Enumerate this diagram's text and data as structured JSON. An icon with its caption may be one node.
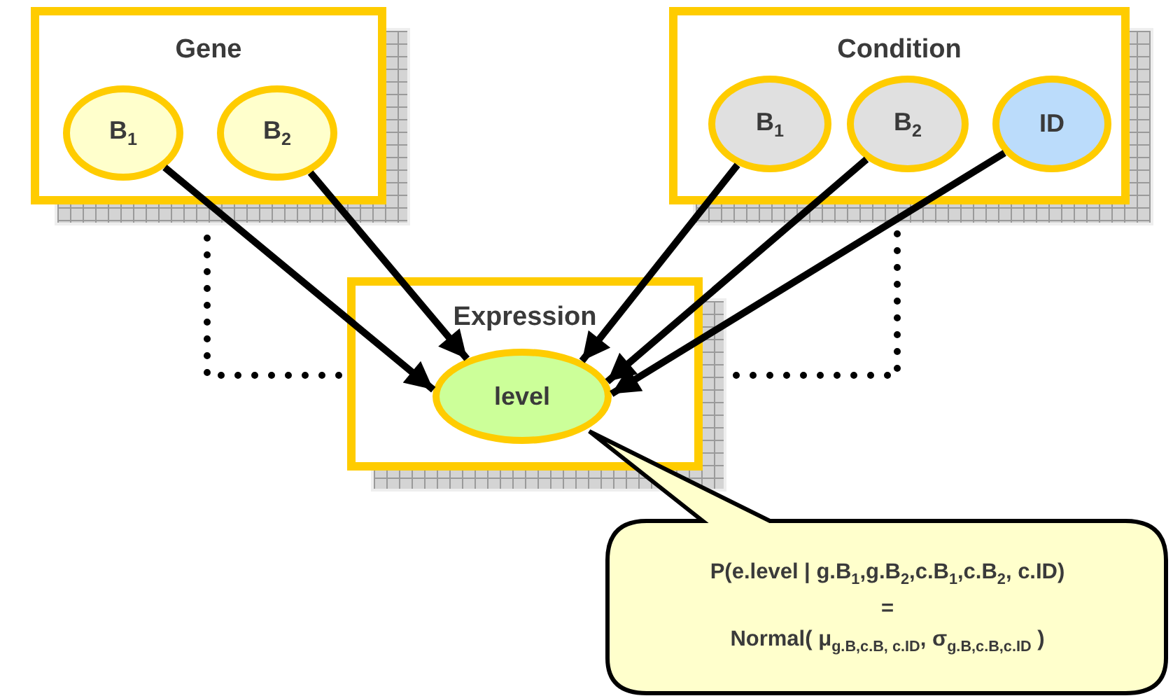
{
  "diagram": {
    "nodes": [
      {
        "text": [
          "Gene"
        ]
      },
      {
        "text": [
          "B$_{1}$"
        ],
        "in": 0
      },
      {
        "text": [
          "B$_{2}$"
        ],
        "in": 0
      },
      {
        "text": [
          "Condition"
        ]
      },
      {
        "text": [
          "B$_{1}$"
        ],
        "in": 3
      },
      {
        "text": [
          "B$_{2}$"
        ],
        "in": 3
      },
      {
        "text": [
          "ID"
        ],
        "in": 3
      },
      {
        "text": [
          "Expression"
        ]
      },
      {
        "text": [
          "level"
        ],
        "in": 7
      },
      {
        "text": [
          "P(e.level | g.B$_{1}$,g.B$_{2}$,c.B$_{1}$,c.B$_{2}$, c.ID)",
          "=",
          "Normal( μ$_{g.B,c.B, c.ID}$, σ$_{g.B,c.B,c.ID}$ )"
        ]
      }
    ],
    "edges": [
      {
        "from": 1,
        "to": 8,
        "arrow": "to"
      },
      {
        "from": 2,
        "to": 8,
        "arrow": "to"
      },
      {
        "from": 4,
        "to": 8,
        "arrow": "to"
      },
      {
        "from": 5,
        "to": 8,
        "arrow": "to"
      },
      {
        "from": 6,
        "to": 8,
        "arrow": "to"
      },
      {
        "from": 0,
        "to": 7,
        "arrow": "none",
        "style": "dashed"
      },
      {
        "from": 7,
        "to": 3,
        "arrow": "none",
        "style": "dashed"
      }
    ]
  }
}
